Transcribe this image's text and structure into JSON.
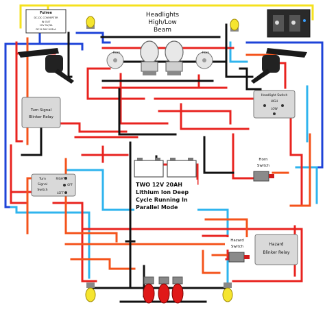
{
  "labels": {
    "headlights_line1": "Headlights",
    "headlights_line2": "High/Low",
    "headlights_line3": "Beam",
    "converter_line1": "Fulree",
    "converter_line2": "DC-DC CONVERTER",
    "converter_line3": "IN OUT",
    "converter_line4": "12V 5V/3A",
    "converter_line5": "DC 8-36V USB-A",
    "horn_left": "Horn",
    "horn_right": "Horn",
    "turn_relay_line1": "Turn Signal",
    "turn_relay_line2": "Blinker Relay",
    "headlight_switch_title": "Headlight Switch",
    "headlight_switch_high": "HIGH",
    "headlight_switch_low": "LOW",
    "horn_switch_line1": "Horn",
    "horn_switch_line2": "Switch",
    "turn_switch_line1": "Turn",
    "turn_switch_line2": "Signal",
    "turn_switch_line3": "Switch",
    "turn_switch_right": "RIGHT",
    "turn_switch_left": "LEFT",
    "turn_switch_off": "OFF",
    "battery_line1": "TWO 12V 20AH",
    "battery_line2": "Lithium Ion Deep",
    "battery_line3": "Cycle Running In",
    "battery_line4": "Parallel Mode",
    "hazard_switch_line1": "Hazard",
    "hazard_switch_line2": "Switch",
    "hazard_relay_line1": "Hazard",
    "hazard_relay_line2": "Blinker Relay"
  },
  "colors": {
    "wire_red": "#e8231f",
    "wire_black": "#111111",
    "wire_blue": "#1e43d8",
    "wire_lightblue": "#2fb4ee",
    "wire_orange": "#f4531b",
    "wire_yellow": "#f5e11d",
    "bulb_yellow": "#f5e52f",
    "bulb_red": "#e01818",
    "component_gray": "#d9d9d9"
  }
}
